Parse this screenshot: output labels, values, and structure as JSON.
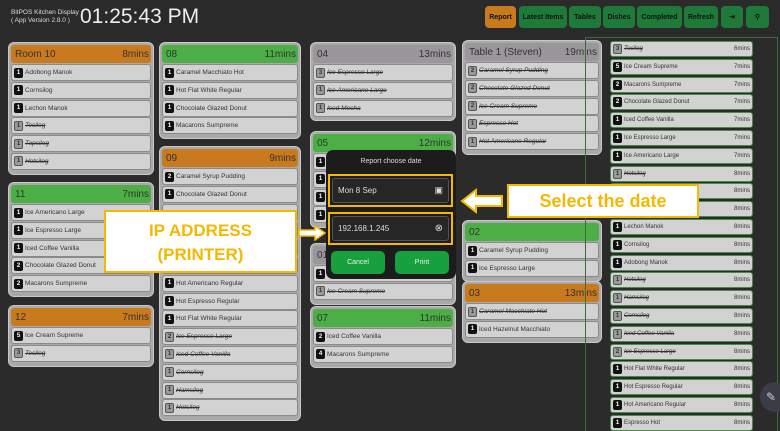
{
  "header": {
    "app_name": "BitPOS Kitchen Display",
    "app_version": "( App Version 2.8.0 )",
    "clock": "01:25:43 PM"
  },
  "toolbar": [
    {
      "label": "Report",
      "active": true
    },
    {
      "label": "Latest Items"
    },
    {
      "label": "Tables"
    },
    {
      "label": "Dishes"
    },
    {
      "label": "Completed"
    },
    {
      "label": "Refresh"
    },
    {
      "label": "",
      "icon": "exit-icon"
    },
    {
      "label": "",
      "icon": "settings-icon"
    }
  ],
  "colors": {
    "orange": "#c97a1d",
    "green": "#4caf45",
    "grey": "#9b969b",
    "accent": "#f5b800"
  },
  "cards": [
    {
      "title": "Room 10",
      "time": "8mins",
      "color": "orange",
      "items": [
        {
          "q": "1",
          "n": "Adobong Manok"
        },
        {
          "q": "1",
          "n": "Cornsilog"
        },
        {
          "q": "1",
          "n": "Lechon Manok"
        },
        {
          "q": "1",
          "n": "Tocilog",
          "d": true
        },
        {
          "q": "1",
          "n": "Tapsilog",
          "d": true
        },
        {
          "q": "1",
          "n": "Hotsilog",
          "d": true
        }
      ]
    },
    {
      "title": "11",
      "time": "7mins",
      "color": "green",
      "items": [
        {
          "q": "1",
          "n": "Ice Americano Large"
        },
        {
          "q": "1",
          "n": "Ice Espresso Large"
        },
        {
          "q": "1",
          "n": "Iced Coffee Vanilla"
        },
        {
          "q": "2",
          "n": "Chocolate Glazed Donut"
        },
        {
          "q": "2",
          "n": "Macarons Sumpreme"
        }
      ]
    },
    {
      "title": "12",
      "time": "7mins",
      "color": "orange",
      "items": [
        {
          "q": "5",
          "n": "Ice Cream Supreme"
        },
        {
          "q": "3",
          "n": "Tocilog",
          "d": true
        }
      ]
    },
    {
      "title": "08",
      "time": "11mins",
      "color": "green",
      "items": [
        {
          "q": "1",
          "n": "Caramel Macchiato Hot"
        },
        {
          "q": "1",
          "n": "Hot Flat White Regular"
        },
        {
          "q": "1",
          "n": "Chocolate Glazed Donut"
        },
        {
          "q": "1",
          "n": "Macarons Sumpreme"
        }
      ]
    },
    {
      "title": "09",
      "time": "9mins",
      "color": "orange",
      "items": [
        {
          "q": "2",
          "n": "Caramel Syrup Pudding"
        },
        {
          "q": "1",
          "n": "Chocolate Glazed Donut"
        },
        {
          "q": "",
          "n": ""
        },
        {
          "q": "",
          "n": ""
        },
        {
          "q": "",
          "n": ""
        },
        {
          "q": "",
          "n": ""
        },
        {
          "q": "1",
          "n": "Hot Americano Regular"
        },
        {
          "q": "1",
          "n": "Hot Espresso Regular"
        },
        {
          "q": "1",
          "n": "Hot Flat White Regular"
        },
        {
          "q": "2",
          "n": "Ice Espresso Large",
          "d": true
        },
        {
          "q": "1",
          "n": "Iced Coffee Vanilla",
          "d": true
        },
        {
          "q": "1",
          "n": "Cornsilog",
          "d": true
        },
        {
          "q": "1",
          "n": "Hamsilog",
          "d": true
        },
        {
          "q": "1",
          "n": "Hotsilog",
          "d": true
        }
      ]
    },
    {
      "title": "04",
      "time": "13mins",
      "color": "grey",
      "items": [
        {
          "q": "3",
          "n": "Ice Espresso Large",
          "d": true
        },
        {
          "q": "1",
          "n": "Ice Americano Large",
          "d": true
        },
        {
          "q": "1",
          "n": "Iced Mocha",
          "d": true
        }
      ]
    },
    {
      "title": "05",
      "time": "12mins",
      "color": "green",
      "items": [
        {
          "q": "1",
          "n": ""
        },
        {
          "q": "1",
          "n": ""
        },
        {
          "q": "1",
          "n": ""
        },
        {
          "q": "1",
          "n": ""
        }
      ]
    },
    {
      "title": "01",
      "time": "",
      "color": "grey",
      "items": [
        {
          "q": "1",
          "n": ""
        },
        {
          "q": "1",
          "n": "Ice Cream Supreme",
          "d": true
        }
      ]
    },
    {
      "title": "07",
      "time": "11mins",
      "color": "green",
      "items": [
        {
          "q": "2",
          "n": "Iced Coffee Vanilla"
        },
        {
          "q": "4",
          "n": "Macarons Sumpreme"
        }
      ]
    },
    {
      "title": "Table 1 (Steven)",
      "time": "19mins",
      "color": "grey",
      "items": [
        {
          "q": "2",
          "n": "Caramel Syrup Pudding",
          "d": true
        },
        {
          "q": "2",
          "n": "Chocolate Glazed Donut",
          "d": true
        },
        {
          "q": "2",
          "n": "Ice Cream Supreme",
          "d": true
        },
        {
          "q": "1",
          "n": "Espresso Hot",
          "d": true
        },
        {
          "q": "1",
          "n": "Hot Americano Regular",
          "d": true
        }
      ]
    },
    {
      "title": "02",
      "time": "",
      "color": "green",
      "items": [
        {
          "q": "1",
          "n": "Caramel Syrup Pudding"
        },
        {
          "q": "1",
          "n": "Ice Espresso Large"
        }
      ]
    },
    {
      "title": "03",
      "time": "13mins",
      "color": "orange",
      "items": [
        {
          "q": "1",
          "n": "Caramel Macchiato Hot",
          "d": true
        },
        {
          "q": "1",
          "n": "Iced Hazelnut Macchiato"
        }
      ]
    }
  ],
  "right_list": [
    {
      "q": "3",
      "n": "Tocilog",
      "t": "6mins",
      "d": true
    },
    {
      "q": "5",
      "n": "Ice Cream Supreme",
      "t": "7mins"
    },
    {
      "q": "2",
      "n": "Macarons Sumpreme",
      "t": "7mins"
    },
    {
      "q": "2",
      "n": "Chocolate Glazed Donut",
      "t": "7mins"
    },
    {
      "q": "1",
      "n": "Iced Coffee Vanilla",
      "t": "7mins"
    },
    {
      "q": "1",
      "n": "Ice Espresso Large",
      "t": "7mins"
    },
    {
      "q": "1",
      "n": "Ice Americano Large",
      "t": "7mins"
    },
    {
      "q": "1",
      "n": "Hotsilog",
      "t": "8mins",
      "d": true
    },
    {
      "q": "",
      "n": "",
      "t": "8mins"
    },
    {
      "q": "",
      "n": "",
      "t": "8mins"
    },
    {
      "q": "1",
      "n": "Lechon Manok",
      "t": "8mins"
    },
    {
      "q": "1",
      "n": "Cornsilog",
      "t": "8mins"
    },
    {
      "q": "1",
      "n": "Adobong Manok",
      "t": "8mins"
    },
    {
      "q": "1",
      "n": "Hotsilog",
      "t": "8mins",
      "d": true
    },
    {
      "q": "1",
      "n": "Hamsilog",
      "t": "8mins",
      "d": true
    },
    {
      "q": "1",
      "n": "Cornsilog",
      "t": "8mins",
      "d": true
    },
    {
      "q": "1",
      "n": "Iced Coffee Vanilla",
      "t": "8mins",
      "d": true
    },
    {
      "q": "2",
      "n": "Ice Espresso Large",
      "t": "8mins",
      "d": true
    },
    {
      "q": "1",
      "n": "Hot Flat White Regular",
      "t": "8mins"
    },
    {
      "q": "1",
      "n": "Hot Espresso Regular",
      "t": "8mins"
    },
    {
      "q": "1",
      "n": "Hot Americano Regular",
      "t": "8mins"
    },
    {
      "q": "1",
      "n": "Espresso Hot",
      "t": "8mins"
    }
  ],
  "dialog": {
    "title": "Report choose date",
    "date_value": "Mon 8 Sep",
    "ip_value": "192.168.1.245",
    "cancel_label": "Cancel",
    "print_label": "Print"
  },
  "annotations": {
    "date_callout": "Select the date",
    "ip_callout_line1": "IP ADDRESS",
    "ip_callout_line2": "(PRINTER)"
  }
}
